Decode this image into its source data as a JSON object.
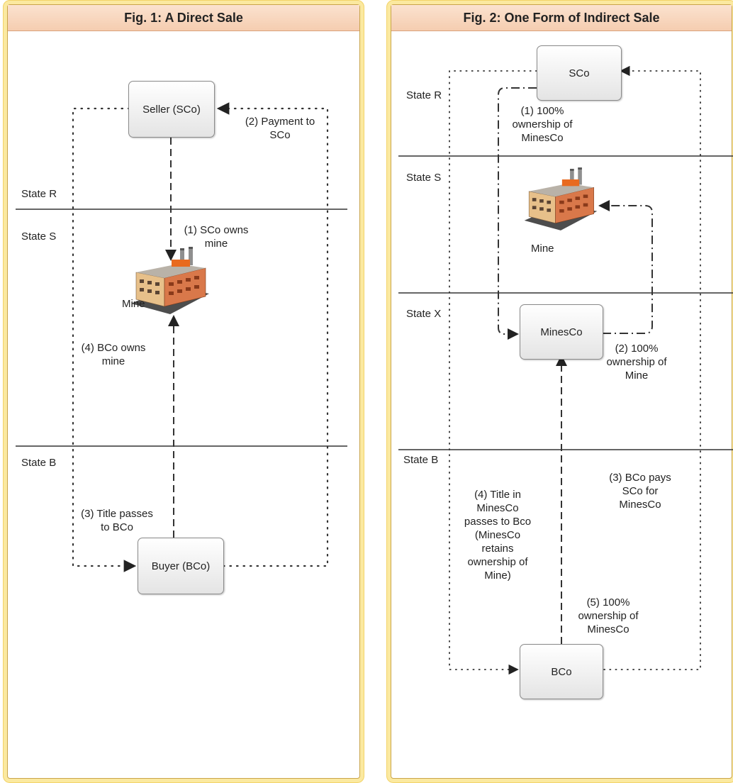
{
  "fig1": {
    "title": "Fig. 1:  A Direct Sale",
    "states": [
      "State R",
      "State S",
      "State B"
    ],
    "seller": "Seller (SCo)",
    "buyer": "Buyer (BCo)",
    "mine": "Mine",
    "labels": {
      "payment": "(2) Payment to\nSCo",
      "sco_owns": "(1) SCo owns\nmine",
      "bco_owns": "(4) BCo owns\nmine",
      "title_passes": "(3) Title passes\nto BCo"
    }
  },
  "fig2": {
    "title": "Fig. 2: One Form of Indirect Sale",
    "states": [
      "State R",
      "State S",
      "State X",
      "State B"
    ],
    "sco": "SCo",
    "minesco": "MinesCo",
    "bco": "BCo",
    "mine": "Mine",
    "labels": {
      "own_minesco": "(1) 100%\nownership of\nMinesCo",
      "own_mine": "(2) 100%\nownership of\nMine",
      "bco_pays": "(3) BCo pays\nSCo for\nMinesCo",
      "title_in": "(4) Title in\nMinesCo\npasses to Bco\n(MinesCo\nretains\nownership of\nMine)",
      "own_minesco_bco": "(5) 100%\nownership of\nMinesCo"
    }
  },
  "colors": {
    "panel_border": "#f3d46a",
    "title_bg": "#f5cdb0"
  }
}
